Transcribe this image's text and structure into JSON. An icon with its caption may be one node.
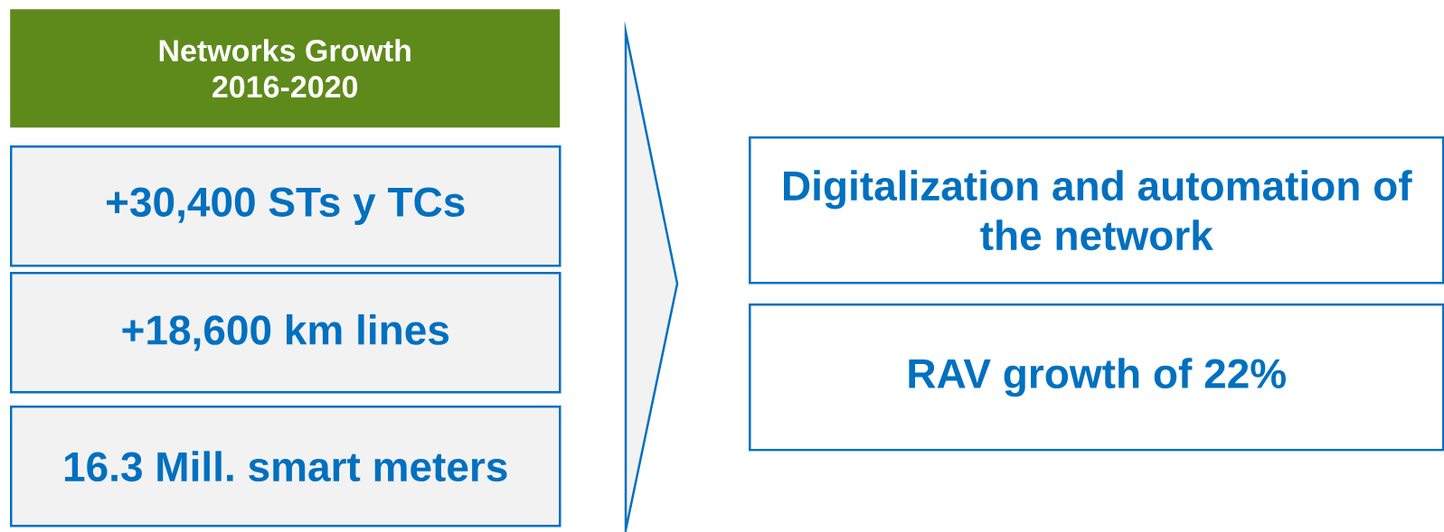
{
  "diagram": {
    "nodes": [
      {
        "text": [
          "Networks Growth 2016-2020"
        ]
      },
      {
        "text": [
          "+30,400 STs y TCs"
        ]
      },
      {
        "text": [
          "+18,600 km lines"
        ]
      },
      {
        "text": [
          "16.3 Mill. smart meters"
        ]
      },
      {
        "text": [
          "Digitalization and automation of the network"
        ]
      },
      {
        "text": [
          "RAV growth of 22%"
        ]
      },
      {
        "text": [],
        "shape": "chevron"
      }
    ]
  }
}
